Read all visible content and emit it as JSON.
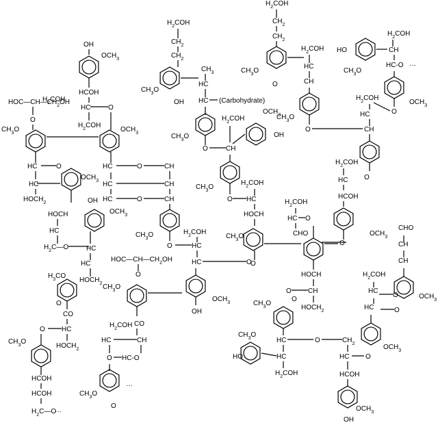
{
  "labels": {
    "carbohydrate": "(Carbohydrate)",
    "h2coh": "H2COH",
    "hoch2": "HOCH2",
    "och3": "OCH3",
    "h3co": "H3CO",
    "ch3o": "CH3O",
    "oh": "OH",
    "ho": "HO",
    "o": "O",
    "co": "CO",
    "hc": "HC",
    "ch": "CH",
    "ch2": "CH2",
    "ch3": "CH3",
    "hcoh": "HCOH",
    "hoch": "HOCH",
    "cho": "CHO",
    "hco": "HC-O",
    "oc": "O—CH",
    "hoc_chain": "HOC—CH—CH2OH",
    "h2co": "H2C—O",
    "dots": "···"
  },
  "icons": [
    "guaiacyl-unit",
    "syringyl-unit",
    "p-hydroxyphenyl-unit"
  ]
}
